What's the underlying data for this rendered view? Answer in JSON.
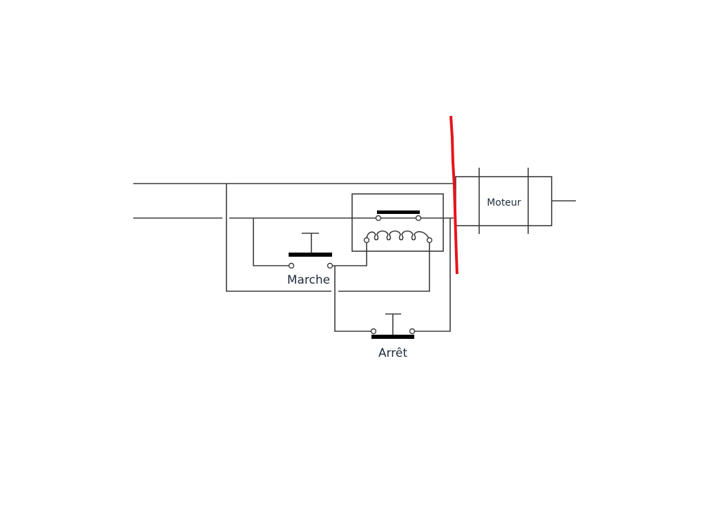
{
  "labels": {
    "marche": "Marche",
    "arret": "Arrêt",
    "moteur": "Moteur"
  },
  "colors": {
    "wire": "#3a3a3a",
    "cut_line": "#e8121b"
  }
}
